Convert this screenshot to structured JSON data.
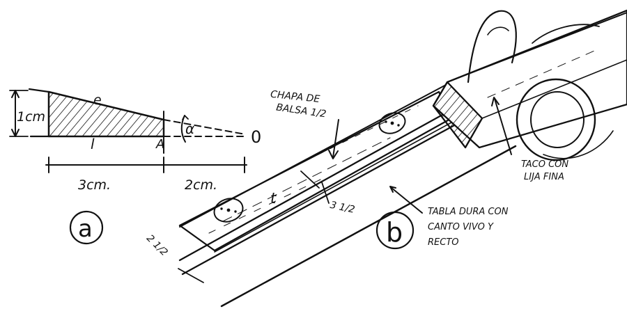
{
  "figure_a": {
    "label": "a",
    "side_height": "1cm",
    "hypotenuse": "e",
    "base": "l",
    "vertex": "A",
    "angle": "α",
    "point": "0",
    "dim_left": "3cm.",
    "dim_right": "2cm."
  },
  "figure_b": {
    "label": "b",
    "sheet_line1": "CHAPA DE",
    "sheet_line2": "BALSA 1/2",
    "block_line1": "TACO CON",
    "block_line2": "LIJA FINA",
    "board_line1": "TABLA DURA CON",
    "board_line2": "CANTO VIVO Y",
    "board_line3": "RECTO",
    "thickness": "t",
    "offset": "3 1/2",
    "edge": "2 1/2"
  },
  "colors": {
    "ink": "#111111",
    "paper": "#ffffff"
  }
}
